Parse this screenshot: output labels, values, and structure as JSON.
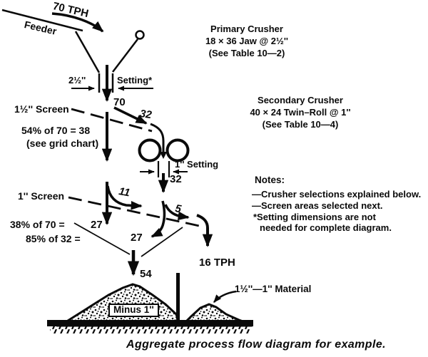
{
  "palette": {
    "ink": "#0a0a0a",
    "paper": "#ffffff"
  },
  "feed": {
    "rate": "70 TPH",
    "source": "Feeder",
    "flow_after_crusher": "70"
  },
  "primary_crusher": {
    "title": "Primary Crusher",
    "spec": "18 × 36 Jaw @ 2½''",
    "ref": "(See Table 10—2)",
    "setting_dim": "2½''",
    "setting_label": "Setting*"
  },
  "screen_1_5in": {
    "label": "1½'' Screen",
    "oversize": "32",
    "calc": "54% of 70 = 38",
    "calc_note": "(see grid chart)"
  },
  "secondary_crusher": {
    "title": "Secondary Crusher",
    "spec": "40 × 24 Twin–Roll @ 1''",
    "ref": "(See Table 10—4)",
    "setting_label": "1'' Setting",
    "output": "32"
  },
  "screen_1in": {
    "label": "1'' Screen",
    "oversize_a": "11",
    "oversize_b": "5",
    "calc_a": "38% of 70 =",
    "calc_a_result": "27",
    "calc_b": "85% of 32 =",
    "calc_b_result": "27"
  },
  "product": {
    "fines_flow": "54",
    "coarse_flow": "16 TPH",
    "fines_pile": "Minus 1''",
    "coarse_pile": "1½''—1'' Material"
  },
  "notes": {
    "title": "Notes:",
    "lines": [
      "—Crusher selections explained below.",
      "—Screen areas selected next.",
      "*Setting dimensions are not",
      "needed for complete diagram."
    ]
  },
  "caption": "Aggregate process flow diagram for example."
}
